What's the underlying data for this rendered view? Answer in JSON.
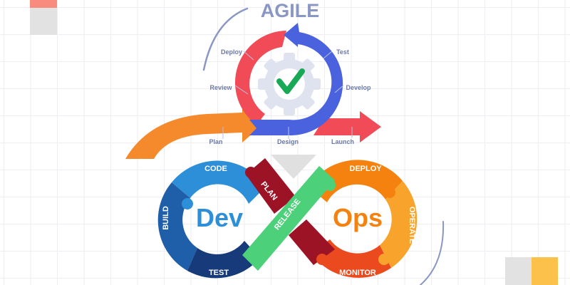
{
  "agile": {
    "title": "AGILE",
    "steps": [
      "Deploy",
      "Test",
      "Review",
      "Develop",
      "Plan",
      "Design",
      "Launch"
    ],
    "colors": {
      "title": "#8a97c4",
      "red": "#f04b56",
      "blue": "#4b62df",
      "orange": "#f58a2d",
      "gear": "#dfe3f0",
      "check": "#18a957",
      "label": "#6b7aa8"
    }
  },
  "devops": {
    "dev_label": "Dev",
    "ops_label": "Ops",
    "segments": [
      "CODE",
      "BUILD",
      "TEST",
      "PLAN",
      "RELEASE",
      "DEPLOY",
      "OPERATE",
      "MONITOR"
    ],
    "colors": {
      "code": "#2e8fd9",
      "build": "#1f5ea8",
      "test": "#163a7a",
      "plan": "#9b1325",
      "release": "#4dd07a",
      "deploy": "#f5820f",
      "operate": "#f8a32b",
      "monitor": "#eb4a1f",
      "dev_text": "#2e8fd9",
      "ops_text": "#f5820f"
    }
  },
  "decor": {
    "top_left_red": "#f98a7e",
    "top_left_grey": "#e2e2e2",
    "bottom_grey": "#e2e2e2",
    "bottom_yellow": "#fbc14a",
    "arc": "#8a97c4",
    "triangle": "#e0e0e0"
  }
}
